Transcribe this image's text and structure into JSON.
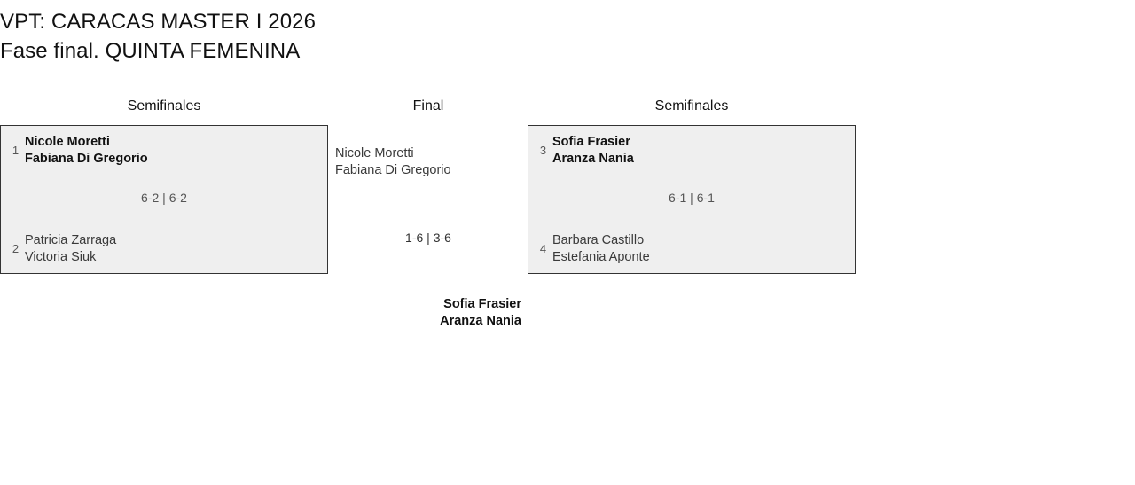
{
  "tournament": {
    "title_line1": "VPT: CARACAS MASTER I 2026",
    "title_line2": "Fase final. QUINTA FEMENINA"
  },
  "rounds": {
    "semifinal_left_label": "Semifinales",
    "final_label": "Final",
    "semifinal_right_label": "Semifinales"
  },
  "bracket": {
    "semifinal_left": {
      "score": "6-2 | 6-2",
      "top": {
        "seed": "1",
        "player1": "Nicole Moretti",
        "player2": "Fabiana Di Gregorio",
        "result": "winner"
      },
      "bottom": {
        "seed": "2",
        "player1": "Patricia Zarraga",
        "player2": "Victoria Siuk",
        "result": "loser"
      }
    },
    "semifinal_right": {
      "score": "6-1 | 6-1",
      "top": {
        "seed": "3",
        "player1": "Sofia Frasier",
        "player2": "Aranza Nania",
        "result": "winner"
      },
      "bottom": {
        "seed": "4",
        "player1": "Barbara Castillo",
        "player2": "Estefania Aponte",
        "result": "loser"
      }
    },
    "final": {
      "score": "1-6 | 3-6",
      "top": {
        "player1": "Nicole Moretti",
        "player2": "Fabiana Di Gregorio",
        "result": "loser"
      },
      "champion": {
        "player1": "Sofia Frasier",
        "player2": "Aranza Nania",
        "result": "winner"
      }
    }
  },
  "colors": {
    "box_fill": "#efefef",
    "box_border": "#333333",
    "text_primary": "#111111",
    "text_secondary": "#555555"
  }
}
